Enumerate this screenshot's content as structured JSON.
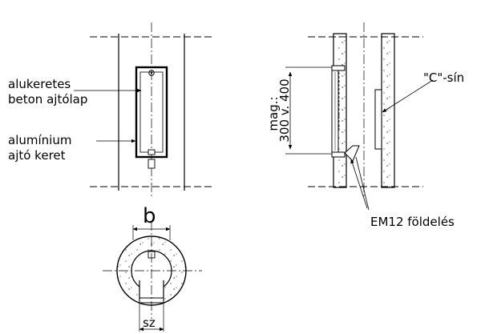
{
  "labels": {
    "door_panel_line1": "alukeretes",
    "door_panel_line2": "beton ajtólap",
    "door_frame_line1": "alumínium",
    "door_frame_line2": "ajtó keret",
    "c_rail": "\"C\"-sín",
    "earthing": "EM12 földelés",
    "height_line1": "mag.:",
    "height_line2": "300 v. 400",
    "dim_b": "b",
    "dim_sz": "sz"
  }
}
